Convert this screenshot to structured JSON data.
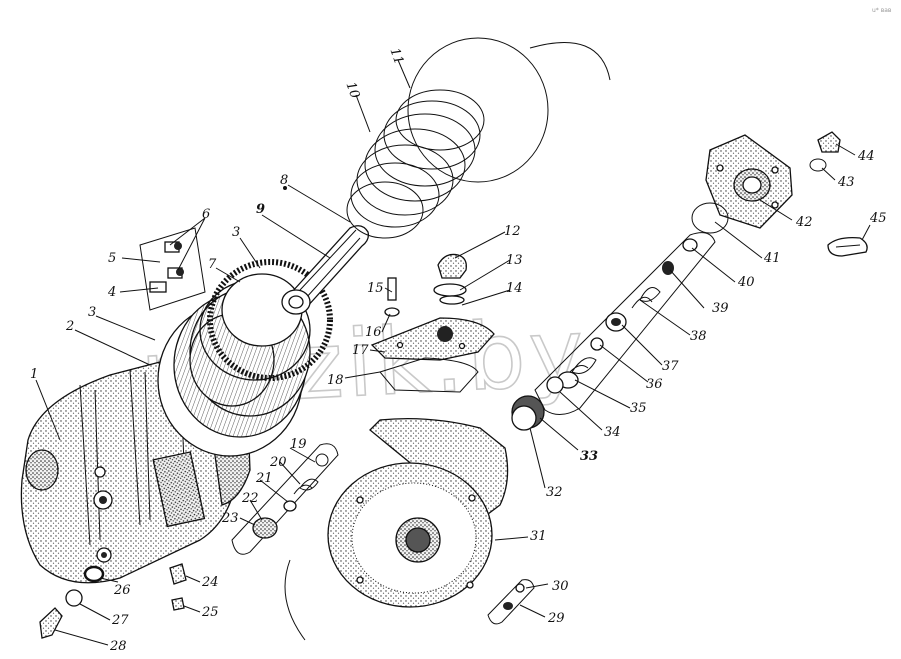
{
  "diagram": {
    "type": "exploded-assembly",
    "watermark": "mazik.by",
    "corner_note": "u* вав",
    "callouts": [
      "1",
      "2",
      "3",
      "3",
      "4",
      "5",
      "6",
      "7",
      "8",
      "9",
      "10",
      "11",
      "12",
      "13",
      "14",
      "15",
      "16",
      "17",
      "18",
      "19",
      "20",
      "21",
      "22",
      "23",
      "24",
      "25",
      "26",
      "27",
      "28",
      "29",
      "30",
      "31",
      "32",
      "33",
      "34",
      "35",
      "36",
      "37",
      "38",
      "39",
      "40",
      "41",
      "42",
      "43",
      "44",
      "45"
    ]
  }
}
